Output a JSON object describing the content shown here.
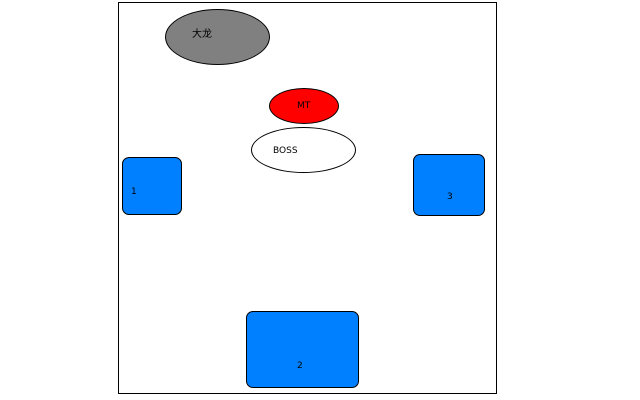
{
  "diagram": {
    "nodes": {
      "dalong": {
        "label": "大龙",
        "color": "#808080"
      },
      "mt": {
        "label": "MT",
        "color": "#ff0000"
      },
      "boss": {
        "label": "BOSS",
        "color": "#ffffff"
      },
      "position_1": {
        "label": "1",
        "color": "#0080ff"
      },
      "position_2": {
        "label": "2",
        "color": "#0080ff"
      },
      "position_3": {
        "label": "3",
        "color": "#0080ff"
      }
    },
    "border_color": "#000000"
  }
}
